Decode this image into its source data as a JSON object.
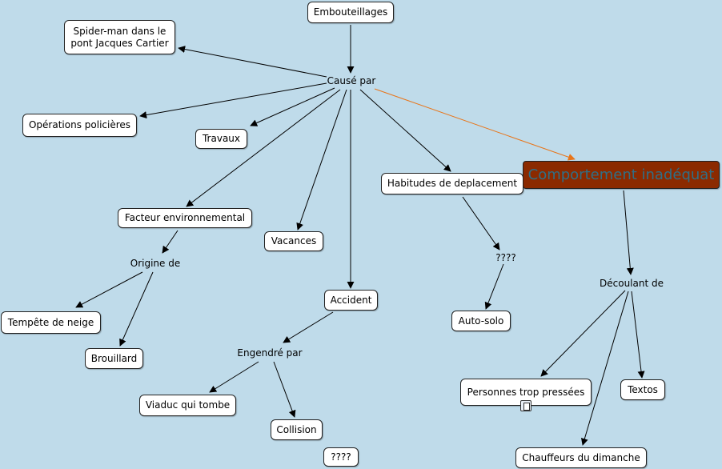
{
  "nodes": {
    "embouteillages": "Embouteillages",
    "spiderman": "Spider-man dans le pont Jacques Cartier",
    "operations": "Opérations policières",
    "travaux": "Travaux",
    "facteur": "Facteur environnemental",
    "vacances": "Vacances",
    "habitudes": "Habitudes de deplacement",
    "comportement": "Comportement inadéquat",
    "tempete": "Tempête de neige",
    "brouillard": "Brouillard",
    "accident": "Accident",
    "autosolo": "Auto-solo",
    "viaduc": "Viaduc qui tombe",
    "collision": "Collision",
    "unknown_bottom": "????",
    "personnes": "Personnes trop pressées",
    "textos": "Textos",
    "chauffeurs": "Chauffeurs du dimanche"
  },
  "links": {
    "cause_par": "Causé par",
    "origine_de": "Origine de",
    "engendre_par": "Engendré par",
    "unknown_link": "????",
    "decoulant_de": "Découlant de"
  },
  "colors": {
    "background": "#bfdbea",
    "highlight_fill": "#8b2a00",
    "highlight_text": "#2f6f86",
    "highlight_arrow": "#e8751a",
    "arrow": "#000000"
  },
  "icons": {
    "attachment": "document-icon"
  }
}
